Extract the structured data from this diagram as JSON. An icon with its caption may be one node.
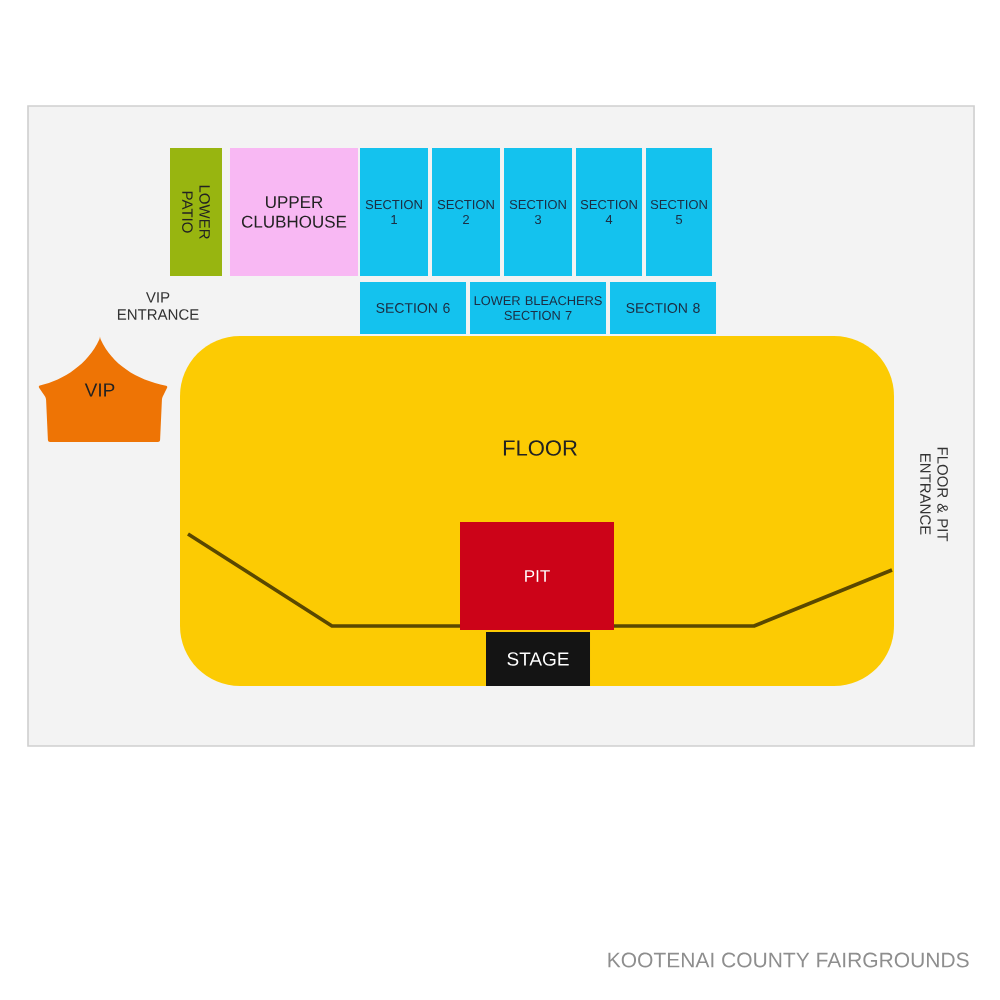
{
  "diagram": {
    "nodes": [
      {
        "text": [
          "LOWER PATIO"
        ]
      },
      {
        "text": [
          "UPPER CLUBHOUSE"
        ]
      },
      {
        "text": [
          "SECTION 1"
        ]
      },
      {
        "text": [
          "SECTION 2"
        ]
      },
      {
        "text": [
          "SECTION 3"
        ]
      },
      {
        "text": [
          "SECTION 4"
        ]
      },
      {
        "text": [
          "SECTION 5"
        ]
      },
      {
        "text": [
          "SECTION 6"
        ]
      },
      {
        "text": [
          "LOWER BLEACHERS SECTION 7"
        ]
      },
      {
        "text": [
          "SECTION 8"
        ]
      },
      {
        "text": [
          "VIP"
        ]
      },
      {
        "text": [
          "FLOOR"
        ]
      },
      {
        "text": [
          "PIT"
        ],
        "in": 11
      },
      {
        "text": [
          "STAGE"
        ],
        "in": 11
      }
    ],
    "labels": [
      "VIP ENTRANCE",
      "FLOOR & PIT ENTRANCE",
      "KOOTENAI COUNTY FAIRGROUNDS"
    ]
  }
}
